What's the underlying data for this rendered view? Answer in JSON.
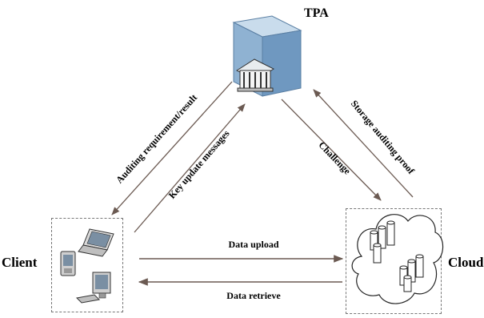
{
  "nodes": {
    "tpa": {
      "label": "TPA"
    },
    "client": {
      "label": "Client"
    },
    "cloud": {
      "label": "Cloud"
    }
  },
  "edges": {
    "auditing": "Auditing requirement/result",
    "key_update": "Key update messages",
    "challenge": "Challenge",
    "proof": "Storage auditing proof",
    "upload": "Data upload",
    "retrieve": "Data retrieve"
  },
  "colors": {
    "arrow": "#6b5a52",
    "cube_front": "#8fb2d2",
    "cube_top": "#c9dcec",
    "cube_side": "#6f98c0"
  }
}
